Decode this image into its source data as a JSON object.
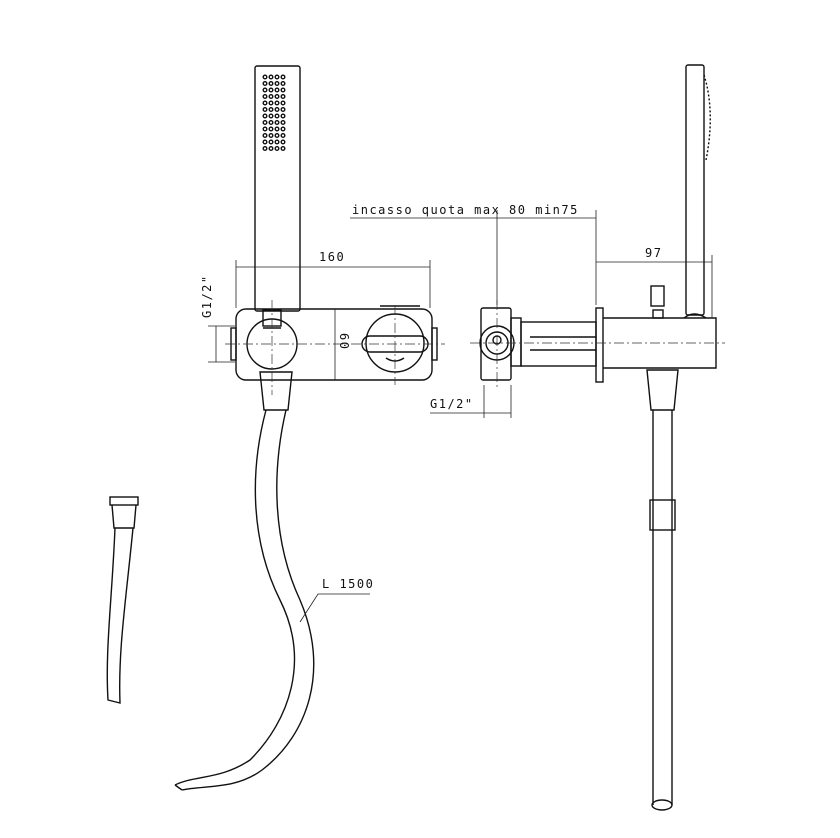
{
  "labels": {
    "width_160": "160",
    "height_60": "60",
    "thread_left": "G1/2\"",
    "thread_bottom": "G1/2\"",
    "recess_depth": "incasso quota max 80 min75",
    "projection_97": "97",
    "hose_length": "L 1500"
  }
}
